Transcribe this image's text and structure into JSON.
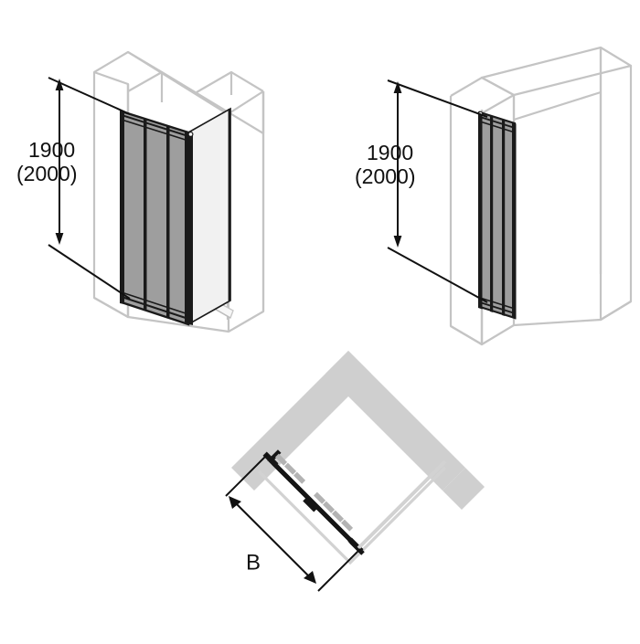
{
  "drawing": {
    "title": "Shower enclosure folding door - technical dimension drawing",
    "background_color": "#ffffff",
    "line_color": "#111111",
    "wall_color": "#c9c9c9",
    "wall_outline_color": "#c0c0c0",
    "glass_color": "#9e9e9e",
    "fixed_panel_color": "#f0f0f0",
    "frame_color": "#1a1a1a"
  },
  "views": [
    {
      "id": "view-corner",
      "name": "corner-entry-perspective-view",
      "description": "Isometric view of corner shower enclosure with 3-panel folding door and side panel",
      "dimension": {
        "name": "height-dimension",
        "primary": "1900",
        "alternate": "(2000)",
        "unit": "mm"
      },
      "panels": 3,
      "has_shower_tray": true,
      "has_drain": true
    },
    {
      "id": "view-niche",
      "name": "niche-recess-perspective-view",
      "description": "Isometric view of recess/alcove shower with 3-panel folding door",
      "dimension": {
        "name": "height-dimension",
        "primary": "1900",
        "alternate": "(2000)",
        "unit": "mm"
      },
      "panels": 3,
      "has_shower_tray": false,
      "has_drain": false
    },
    {
      "id": "view-plan",
      "name": "plan-top-view",
      "description": "Rotated plan view of corner enclosure showing folding door footprint and width dimension",
      "dimension": {
        "name": "width-dimension",
        "label": "B",
        "unit": "mm"
      },
      "panels": 3
    }
  ],
  "labels": {
    "height_primary": "1900",
    "height_alternate": "(2000)",
    "width_symbol": "B"
  }
}
